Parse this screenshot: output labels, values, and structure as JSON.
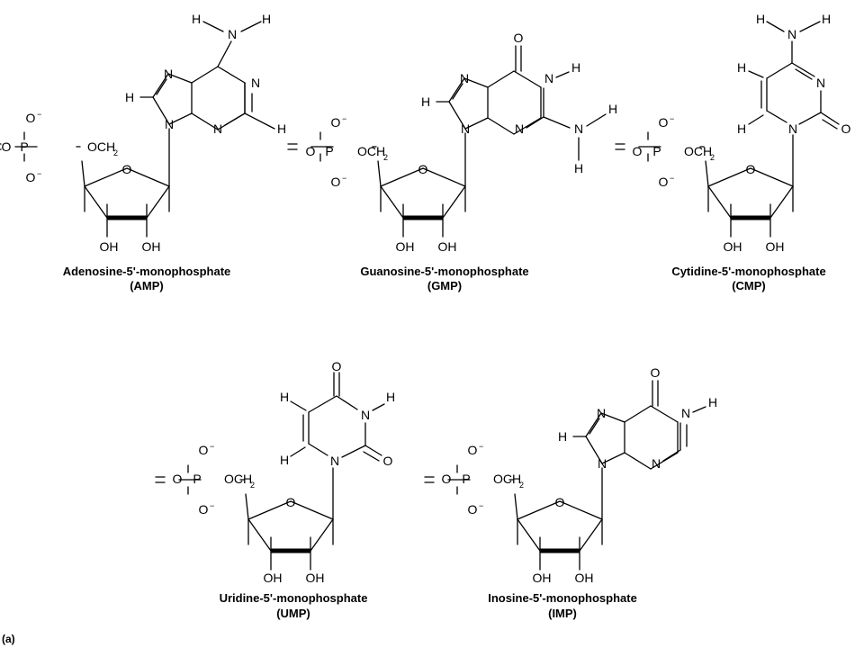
{
  "panel_label": "(a)",
  "atoms": {
    "N": "N",
    "O": "O",
    "H": "H",
    "P": "P",
    "OH": "OH",
    "O_minus": "O",
    "minus": "−",
    "O_ester": "OCH",
    "sub2": "2"
  },
  "molecules": [
    {
      "id": "amp",
      "name": "Adenosine-5'-monophosphate",
      "abbr": "(AMP)"
    },
    {
      "id": "gmp",
      "name": "Guanosine-5'-monophosphate",
      "abbr": "(GMP)"
    },
    {
      "id": "cmp",
      "name": "Cytidine-5'-monophosphate",
      "abbr": "(CMP)"
    },
    {
      "id": "ump",
      "name": "Uridine-5'-monophosphate",
      "abbr": "(UMP)"
    },
    {
      "id": "imp",
      "name": "Inosine-5'-monophosphate",
      "abbr": "(IMP)"
    }
  ]
}
